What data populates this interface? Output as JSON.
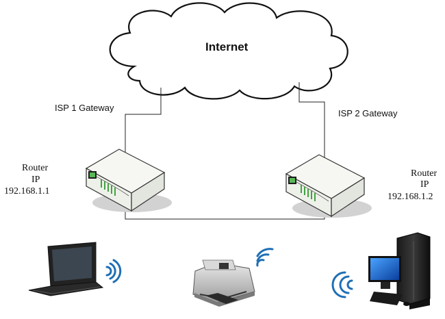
{
  "cloud": {
    "label": "Internet"
  },
  "links": [
    {
      "label": "ISP 1 Gateway"
    },
    {
      "label": "ISP 2 Gateway"
    }
  ],
  "routers": [
    {
      "title": "Router",
      "ip_label": "IP",
      "ip": "192.168.1.1"
    },
    {
      "title": "Router",
      "ip_label": "IP",
      "ip": "192.168.1.2"
    }
  ],
  "devices": [
    {
      "icon": "laptop-icon",
      "wireless": true
    },
    {
      "icon": "printer-icon",
      "wireless": true
    },
    {
      "icon": "desktop-computer-icon",
      "wireless": true
    }
  ],
  "colors": {
    "line": "#222222",
    "router_body": "#f2f4ef",
    "router_shadow": "#c9c9c9",
    "router_led": "#2e9a2e",
    "wifi": "#1f6fb5"
  }
}
